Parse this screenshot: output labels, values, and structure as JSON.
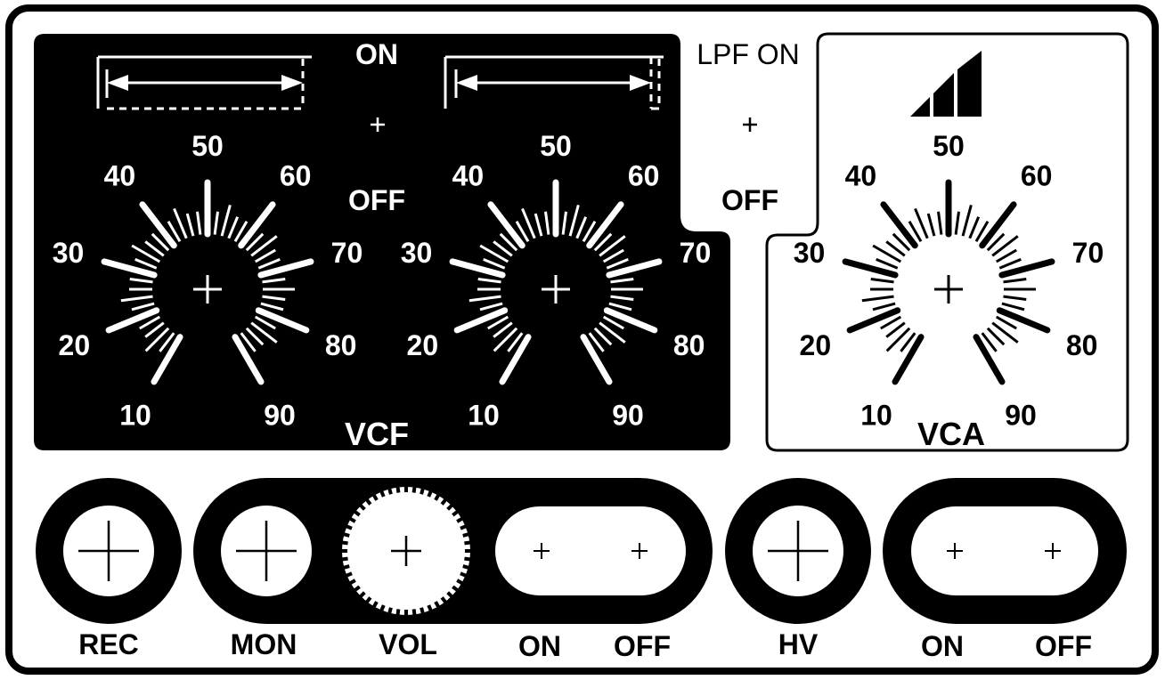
{
  "panel": {
    "vcf": {
      "title": "VCF",
      "switch": {
        "on_label": "ON",
        "off_label": "OFF"
      },
      "knobs": [
        {
          "name": "vcf-knob-left",
          "scale": [
            "10",
            "20",
            "30",
            "40",
            "50",
            "60",
            "70",
            "80",
            "90"
          ]
        },
        {
          "name": "vcf-knob-right",
          "scale": [
            "10",
            "20",
            "30",
            "40",
            "50",
            "60",
            "70",
            "80",
            "90"
          ]
        }
      ]
    },
    "lpf": {
      "on_label": "LPF ON",
      "off_label": "OFF"
    },
    "vca": {
      "title": "VCA",
      "knob": {
        "scale": [
          "10",
          "20",
          "30",
          "40",
          "50",
          "60",
          "70",
          "80",
          "90"
        ]
      }
    },
    "bottom": {
      "rec_label": "REC",
      "mon_label": "MON",
      "vol_label": "VOL",
      "switch1": {
        "on_label": "ON",
        "off_label": "OFF"
      },
      "hv_label": "HV",
      "switch2": {
        "on_label": "ON",
        "off_label": "OFF"
      }
    }
  },
  "colors": {
    "panel": "#000000",
    "background": "#ffffff"
  }
}
